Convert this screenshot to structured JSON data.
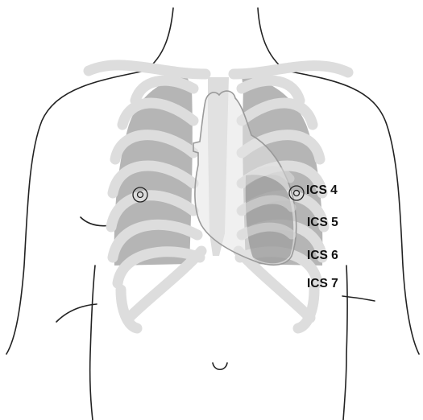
{
  "diagram": {
    "labels": [
      {
        "id": "ics4",
        "text": "ICS 4"
      },
      {
        "id": "ics5",
        "text": "ICS 5"
      },
      {
        "id": "ics6",
        "text": "ICS 6"
      },
      {
        "id": "ics7",
        "text": "ICS 7"
      }
    ]
  },
  "colors": {
    "bone": "#dddddd",
    "lung": "#b5b5b5",
    "heart_overlap": "#8f8f8f",
    "outline": "#222222",
    "heart_outline": "#9a9a9a",
    "heart_fill": "#e3e3e3",
    "text": "#111111"
  }
}
